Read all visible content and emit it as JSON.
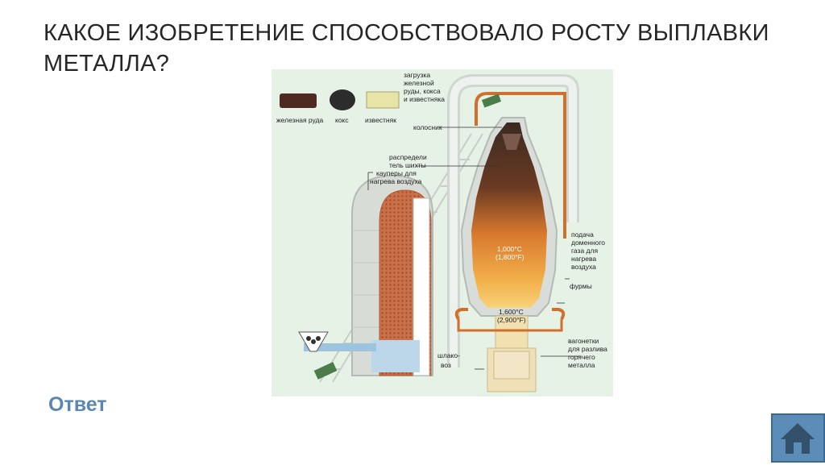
{
  "slide": {
    "title": "КАКОЕ ИЗОБРЕТЕНИЕ СПОСОБСТВОВАЛО  РОСТУ ВЫПЛАВКИ МЕТАЛЛА?",
    "answer_link": "Ответ",
    "home_button_icon": "home-icon"
  },
  "diagram": {
    "legend": {
      "iron_ore": "железная руда",
      "coke": "кокс",
      "limestone": "известняк"
    },
    "labels": {
      "loading_1": "загрузка",
      "loading_2": "железной",
      "loading_3": "руды, кокса",
      "loading_4": "и известняка",
      "throat": "колосник",
      "distributor_1": "распредели",
      "distributor_2": "тель шихты",
      "stoves_1": "кауперы для",
      "stoves_2": "нагрева воздуха",
      "gas_1": "подача",
      "gas_2": "доменного",
      "gas_3": "газа для",
      "gas_4": "нагрева",
      "gas_5": "воздуха",
      "tuyeres": "фурмы",
      "cars_1": "вагонетки",
      "cars_2": "для разлива",
      "cars_3": "горячего",
      "cars_4": "металла",
      "slag_1": "шлако-",
      "slag_2": "воз",
      "temp_upper_c": "1,000°C",
      "temp_upper_f": "(1,800°F)",
      "temp_lower_c": "1,600°C",
      "temp_lower_f": "(2,900°F)"
    }
  },
  "colors": {
    "title": "#262626",
    "answer": "#5b86b2",
    "home_button": "#5b8db8",
    "pipe": "#d0702a",
    "diagram_bg": "#e6f2e6"
  }
}
